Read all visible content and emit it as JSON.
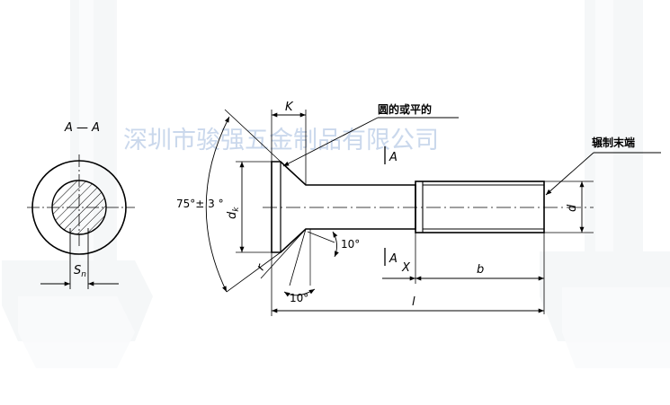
{
  "watermark": "深圳市骏强五金制品有限公司",
  "section_view": {
    "title": "A — A",
    "flat_label_main": "S",
    "flat_label_sub": "n"
  },
  "labels": {
    "K": "K",
    "dk": "d",
    "dk_sub": "k",
    "d": "d",
    "b": "b",
    "l": "l",
    "A1": "A",
    "A2": "A",
    "X": "X",
    "r": "r"
  },
  "angles": {
    "head_angle": "75°± 3 °",
    "angle_upper": "10°",
    "angle_lower": "10°"
  },
  "callouts": {
    "head_top_note": "圆的或平的",
    "thread_end_note": "辗制末端"
  },
  "colors": {
    "line": "#000000",
    "hatch": "#000000",
    "watermark": "#b9cbe6"
  }
}
